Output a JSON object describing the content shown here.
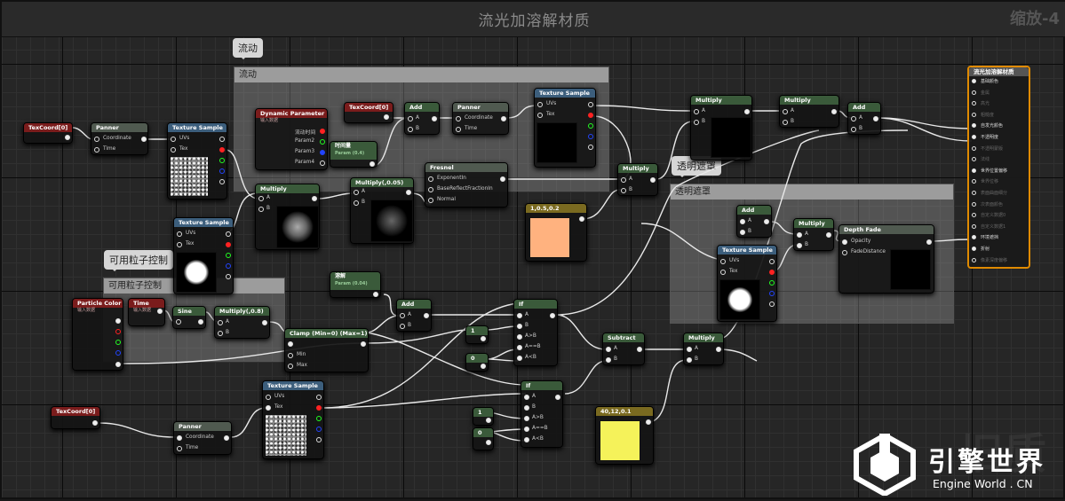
{
  "title": "流光加溶解材质",
  "zoom": "缩放-4",
  "comments": {
    "flow": "流动",
    "particle": "可用粒子控制",
    "particle_bubble": "可用粒子控制",
    "transparent": "透明遮罩",
    "flow_bubble": "流动",
    "transparent_bubble": "透明遮罩"
  },
  "nodes": {
    "texcoord": "TexCoord[0]",
    "panner": "Panner",
    "coordinate": "Coordinate",
    "time": "Time",
    "texture_sample": "Texture Sample",
    "uvs": "UVs",
    "tex": "Tex",
    "dynamic_param": "Dynamic Parameter",
    "dynamic_sub": "输入数据",
    "p1": "流动时间",
    "p2": "Param2",
    "p3": "Param3",
    "p4": "Param4",
    "time_label": "时间量",
    "time_sub": "Param (0.4)",
    "add": "Add",
    "a": "A",
    "b": "B",
    "multiply": "Multiply",
    "multiply_05": "Multiply(,0.05)",
    "multiply_08": "Multiply(,0.8)",
    "fresnel": "Fresnel",
    "exponentin": "ExponentIn",
    "basereflect": "BaseReflectFractionIn",
    "normal": "Normal",
    "color1": "1,0.5,0.2",
    "color2": "40,12,0.1",
    "particle_color": "Particle Color",
    "particle_sub": "输入数据",
    "time_node": "Time",
    "time_node_sub": "输入数据",
    "sine": "Sine",
    "clamp": "Clamp (Min=0) (Max=1)",
    "min": "Min",
    "max": "Max",
    "dissolve": "溶解",
    "dissolve_sub": "Param (0.04)",
    "if": "If",
    "agb": "A>B",
    "aeb": "A==B",
    "alb": "A<B",
    "subtract": "Subtract",
    "one": "1",
    "zero": "0",
    "depth_fade": "Depth Fade",
    "opacity": "Opacity",
    "fade_distance": "FadeDistance"
  },
  "result": {
    "title": "流光加溶解材质",
    "pins": [
      {
        "label": "基础颜色",
        "on": true
      },
      {
        "label": "金属",
        "on": false
      },
      {
        "label": "高光",
        "on": false
      },
      {
        "label": "粗糙度",
        "on": false
      },
      {
        "label": "自发光颜色",
        "on": true
      },
      {
        "label": "不透明度",
        "on": true
      },
      {
        "label": "不透明蒙版",
        "on": false
      },
      {
        "label": "法线",
        "on": false
      },
      {
        "label": "世界位置偏移",
        "on": true
      },
      {
        "label": "世界位移",
        "on": false
      },
      {
        "label": "表面曲面细分",
        "on": false
      },
      {
        "label": "次表面颜色",
        "on": false
      },
      {
        "label": "自定义数据0",
        "on": false
      },
      {
        "label": "自定义数据1",
        "on": false
      },
      {
        "label": "环境遮挡",
        "on": true
      },
      {
        "label": "折射",
        "on": true
      },
      {
        "label": "像素深度偏移",
        "on": false
      }
    ]
  },
  "brand": {
    "name": "引擎世界",
    "sub": "Engine World . CN",
    "watermark": "旧质"
  },
  "colors": {
    "accent": "#e08a00",
    "red_pin": "#ff2020",
    "green_pin": "#20ff20",
    "blue_pin": "#2040ff",
    "orange_swatch": "#ffb27f",
    "yellow_swatch": "#f5f25a"
  }
}
